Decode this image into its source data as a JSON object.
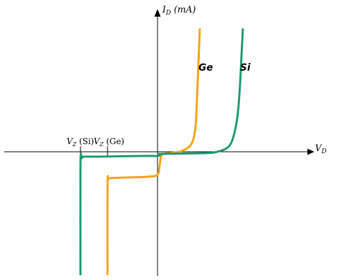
{
  "chart_data": {
    "type": "line",
    "title": "",
    "x_axis": {
      "label_main": "V",
      "label_sub": "D"
    },
    "y_axis": {
      "label_main": "I",
      "label_sub": "D",
      "label_unit": " (mA)"
    },
    "xlim": [
      -2.27,
      2.2
    ],
    "ylim": [
      -1.77,
      2.07
    ],
    "grid": false,
    "zener_markers": [
      {
        "symbol": "V",
        "sub": "Z",
        "paren": " (Si)",
        "x": -1.17
      },
      {
        "symbol": "V",
        "sub": "Z",
        "paren": " (Ge)",
        "x": -0.78
      }
    ],
    "series": [
      {
        "name": "Ge",
        "color": "#f5a21b",
        "points": [
          [
            -0.78,
            -1.76
          ],
          [
            -0.78,
            -0.45
          ],
          [
            -0.77,
            -0.38
          ],
          [
            -0.74,
            -0.36
          ],
          [
            -0.5,
            -0.35
          ],
          [
            -0.2,
            -0.34
          ],
          [
            -0.06,
            -0.31
          ],
          [
            -0.03,
            -0.18
          ],
          [
            0.0,
            -0.03
          ],
          [
            0.1,
            0.0
          ],
          [
            0.25,
            0.02
          ],
          [
            0.38,
            0.08
          ],
          [
            0.45,
            0.18
          ],
          [
            0.49,
            0.4
          ],
          [
            0.51,
            0.8
          ],
          [
            0.53,
            1.3
          ],
          [
            0.55,
            1.8
          ]
        ]
      },
      {
        "name": "Si",
        "color": "#1b9a6f",
        "points": [
          [
            -1.17,
            -1.76
          ],
          [
            -1.17,
            -0.15
          ],
          [
            -1.15,
            -0.07
          ],
          [
            -1.11,
            -0.05
          ],
          [
            -0.9,
            -0.05
          ],
          [
            -0.3,
            -0.04
          ],
          [
            -0.06,
            -0.04
          ],
          [
            -0.02,
            -0.02
          ],
          [
            0.0,
            -0.01
          ],
          [
            0.6,
            0.0
          ],
          [
            0.8,
            0.02
          ],
          [
            0.97,
            0.1
          ],
          [
            1.05,
            0.3
          ],
          [
            1.1,
            0.6
          ],
          [
            1.13,
            1.0
          ],
          [
            1.15,
            1.4
          ],
          [
            1.17,
            1.8
          ]
        ]
      }
    ]
  }
}
